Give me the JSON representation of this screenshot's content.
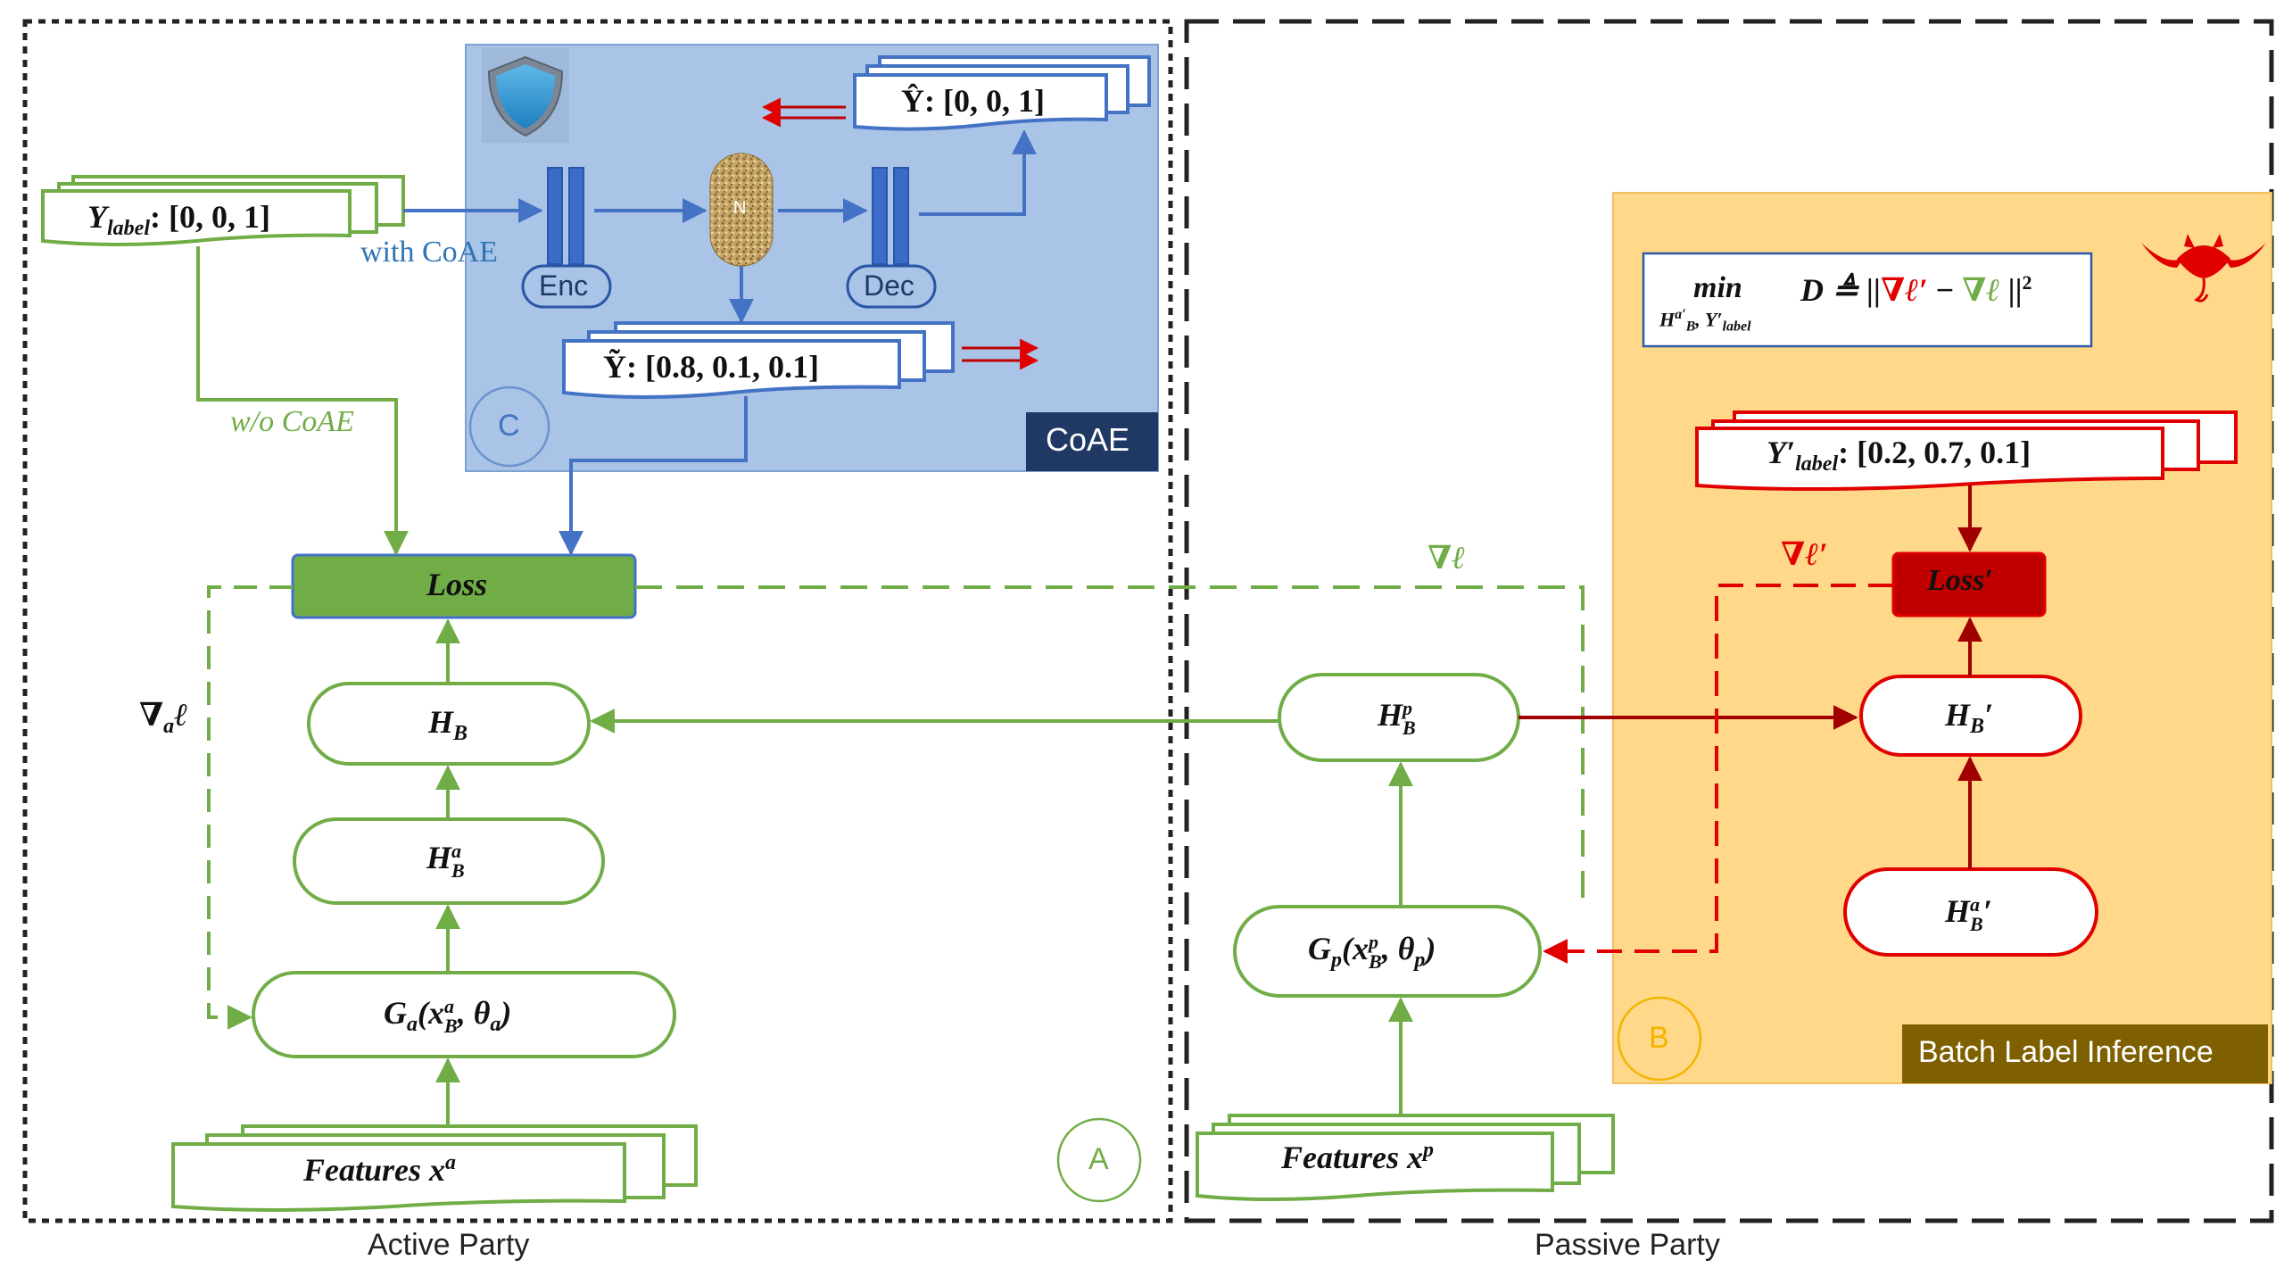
{
  "active_party_label": "Active Party",
  "passive_party_label": "Passive Party",
  "coae": {
    "box_label": "CoAE",
    "circle_letter": "C",
    "enc_label": "Enc",
    "dec_label": "Dec",
    "noise_symbol": "N",
    "y_hat": "Ŷ: [0,  0,  1]",
    "y_tilde": "Ỹ: [0.8,  0.1,  0.1]",
    "with_coae": "with CoAE",
    "without_coae": "w/o CoAE"
  },
  "active": {
    "y_label_name": "Y",
    "y_label_sub": "label",
    "y_label_value": ": [0,  0,  1]",
    "loss": "Loss",
    "hb": "H",
    "hb_sub": "B",
    "hba": "H",
    "hba_sup": "a",
    "hba_sub": "B",
    "ga": "G",
    "ga_sub": "a",
    "ga_args": "(x",
    "ga_args_sup": "a",
    "ga_args_sub": "B",
    "ga_args_rest": ",  θ",
    "ga_theta_sub": "a",
    "ga_close": ")",
    "grad_a": "∇",
    "grad_a_sub": "a",
    "grad_a_rest": "ℓ",
    "features": "Features x",
    "features_sup": "a",
    "circle_letter": "A"
  },
  "passive": {
    "hbp": "H",
    "hbp_sup": "p",
    "hbp_sub": "B",
    "gp": "G",
    "gp_sub": "p",
    "gp_args": "(x",
    "gp_args_sup": "p",
    "gp_args_sub": "B",
    "gp_args_rest": ",  θ",
    "gp_theta_sub": "p",
    "gp_close": ")",
    "features": "Features x",
    "features_sup": "p",
    "grad": "∇ℓ"
  },
  "attack": {
    "box_label": "Batch Label Inference",
    "circle_letter": "B",
    "y_prime_name": "Y′",
    "y_prime_sub": "label",
    "y_prime_value": ": [0.2,  0.7,  0.1]",
    "loss_prime": "Loss′",
    "hb_prime": "H",
    "hb_prime_sub": "B",
    "hb_prime_mark": "′",
    "hba_prime": "H",
    "hba_prime_sup": "a",
    "hba_prime_sub": "B",
    "hba_prime_mark": "′",
    "grad_prime": "∇ℓ′",
    "formula_min": "min",
    "formula_min_sub": "H",
    "formula_min_sub2": "a′",
    "formula_min_sub3": "B",
    "formula_min_sub4": ", Y′",
    "formula_min_sub5": "label",
    "formula_d": "D ≜ ||",
    "formula_grad_prime": "∇ℓ′",
    "formula_minus": " − ",
    "formula_grad": "∇ℓ",
    "formula_end": " ||",
    "formula_sq": "2"
  },
  "colors": {
    "green": "#70AD47",
    "blue": "#4472C4",
    "red": "#E00000",
    "dark_red": "#C00000",
    "coae_bg": "#A9C4E6",
    "attack_bg": "#FFD88A",
    "navy": "#1F3864",
    "olive": "#7F6000"
  },
  "icons": [
    "shield-icon",
    "devil-icon",
    "noise-icon"
  ]
}
